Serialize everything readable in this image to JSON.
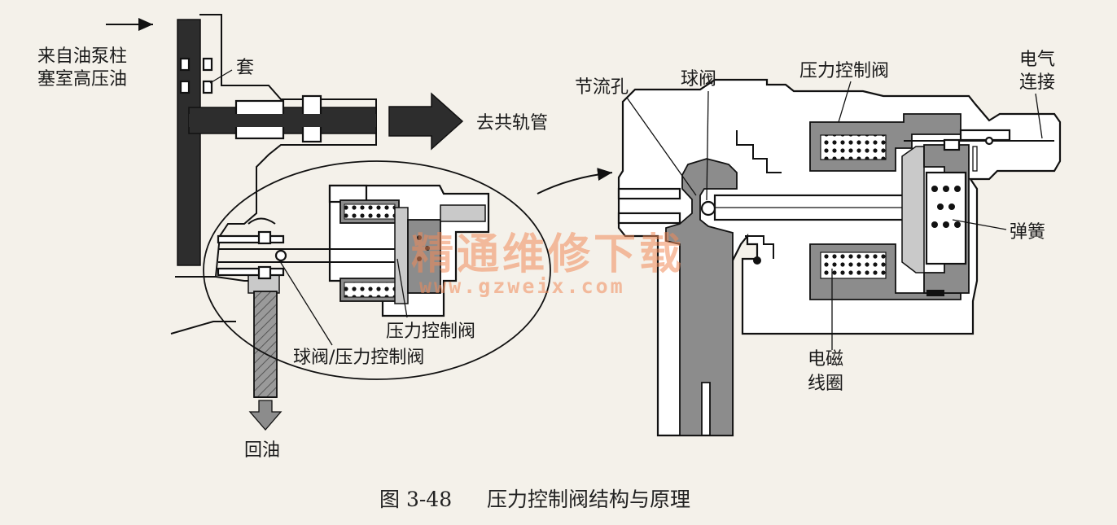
{
  "diagram": {
    "labels": {
      "source_line1": "来自油泵柱",
      "source_line2": "塞室高压油",
      "sleeve": "套",
      "to_rail": "去共轨管",
      "return_oil": "回油",
      "ball_pressure_valve": "球阀/压力控制阀",
      "pressure_valve_left": "压力控制阀",
      "throttle_hole": "节流孔",
      "ball_valve": "球阀",
      "pressure_valve_right": "压力控制阀",
      "electric_line1": "电气",
      "electric_line2": "连接",
      "spring": "弹簧",
      "coil_line1": "电磁",
      "coil_line2": "线圈"
    },
    "caption": {
      "figure_number": "图 3-48",
      "title": "压力控制阀结构与原理"
    },
    "watermark": {
      "brand": "精通维修下载",
      "url": "www.gzweix.com"
    },
    "colors": {
      "background": "#f4f1ea",
      "ink": "#111111",
      "dark_fill": "#2d2d2d",
      "gray_fill": "#8c8c8c",
      "watermark": "#f08a5a"
    }
  }
}
